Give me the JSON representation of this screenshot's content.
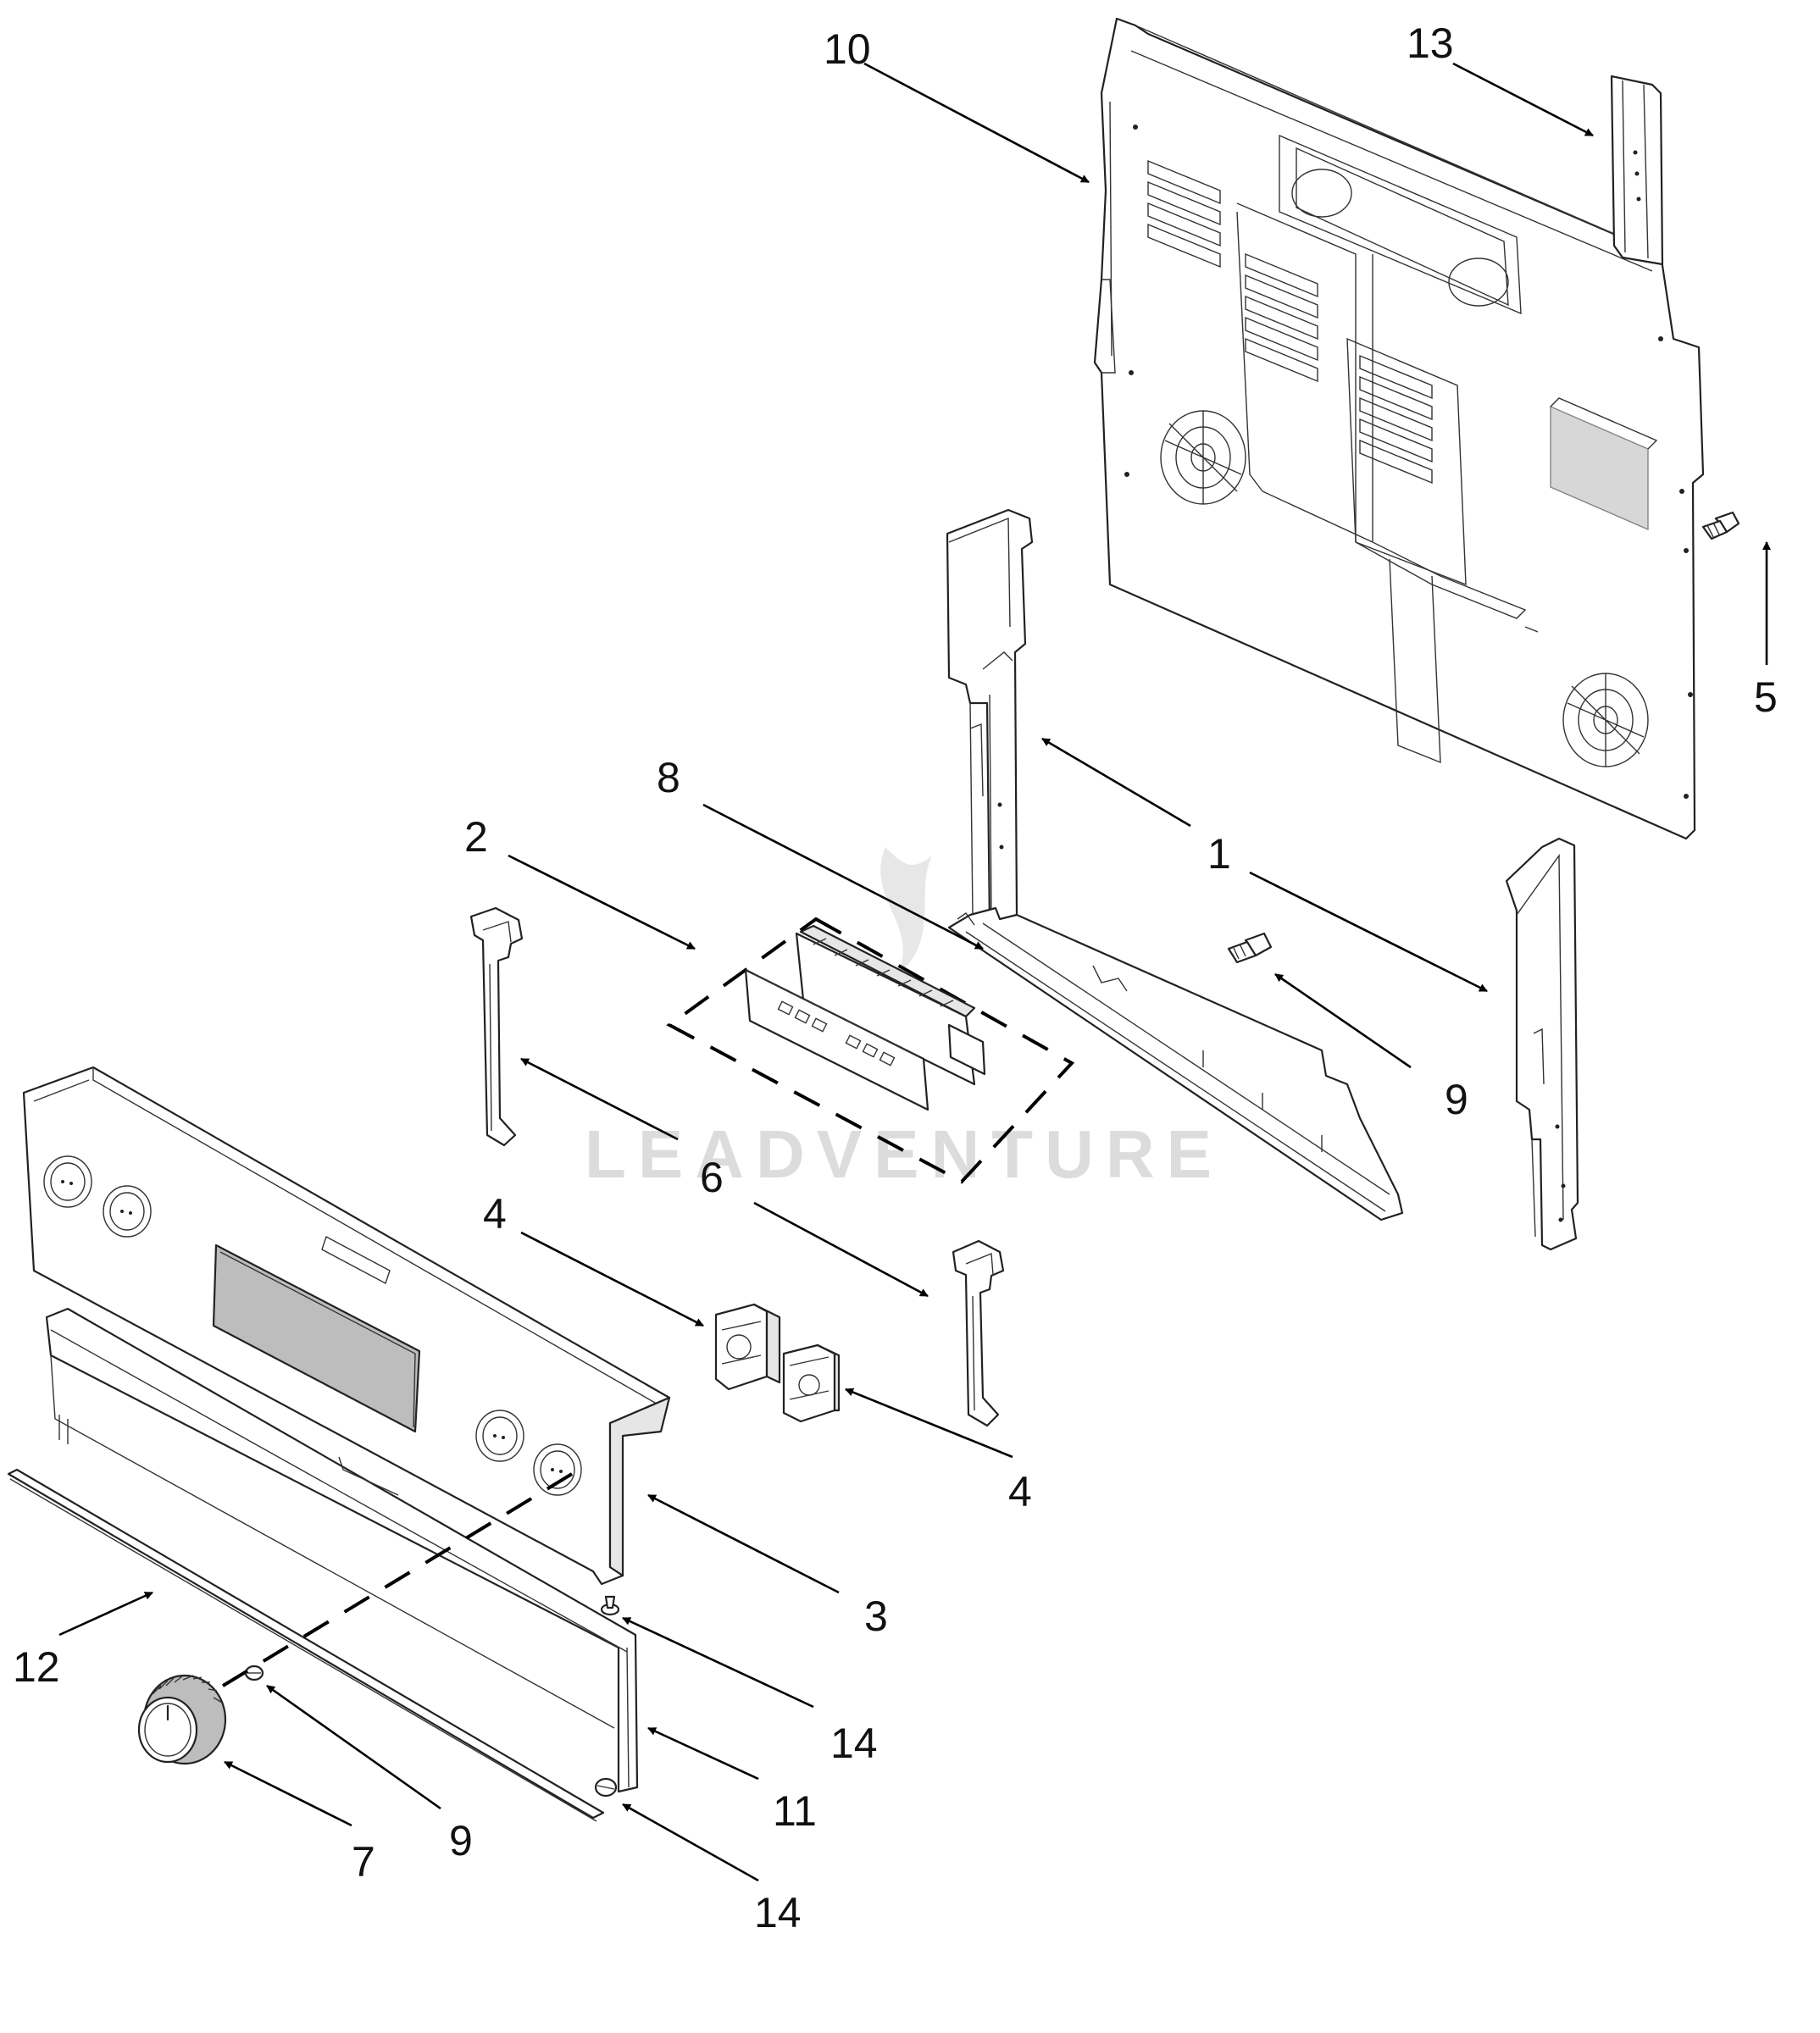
{
  "callouts": [
    {
      "id": "c10",
      "label": "10"
    },
    {
      "id": "c13",
      "label": "13"
    },
    {
      "id": "c5",
      "label": "5"
    },
    {
      "id": "c8",
      "label": "8"
    },
    {
      "id": "c1",
      "label": "1"
    },
    {
      "id": "c2",
      "label": "2"
    },
    {
      "id": "c9a",
      "label": "9"
    },
    {
      "id": "c6",
      "label": "6"
    },
    {
      "id": "c4a",
      "label": "4"
    },
    {
      "id": "c4b",
      "label": "4"
    },
    {
      "id": "c3",
      "label": "3"
    },
    {
      "id": "c12",
      "label": "12"
    },
    {
      "id": "c14a",
      "label": "14"
    },
    {
      "id": "c11",
      "label": "11"
    },
    {
      "id": "c9b",
      "label": "9"
    },
    {
      "id": "c7",
      "label": "7"
    },
    {
      "id": "c14b",
      "label": "14"
    }
  ],
  "watermark": "LEADVENTURE"
}
